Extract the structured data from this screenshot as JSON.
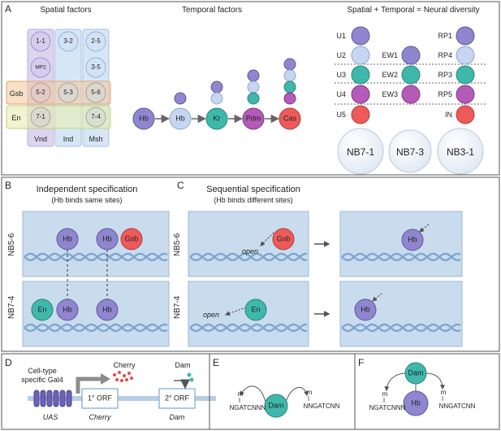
{
  "colors": {
    "hb": "#8f86cf",
    "hb_light": "#c6d6f0",
    "kr": "#3fb8ac",
    "pdm": "#b55ab8",
    "cas": "#ee5a5a",
    "gsb": "#ee5a5a",
    "en": "#3fb8ac",
    "panel_bg": "#c9dcee",
    "dna": "#7ea6d0"
  },
  "panel_a": {
    "letter": "A",
    "spatial_title": "Spatial factors",
    "temporal_title": "Temporal factors",
    "diversity_title": "Spatial + Temporal = Neural diversity",
    "rows": {
      "gsb": "Gsb",
      "en": "En"
    },
    "cols": {
      "vnd": "Vnd",
      "ind": "Ind",
      "msh": "Msh"
    },
    "grid_cells": [
      "1-1",
      "3-2",
      "2-5",
      "MP2",
      "3-5",
      "5-2",
      "5-3",
      "5-6",
      "7-1",
      "7-4"
    ],
    "cascade": [
      "Hb",
      "Hb",
      "Kr",
      "Pdm",
      "Cas"
    ],
    "nb71_labels": [
      "U1",
      "U2",
      "U3",
      "U4",
      "U5"
    ],
    "nb73_labels": [
      "EW1",
      "EW2",
      "EW3"
    ],
    "nb31_labels": [
      "RP1",
      "RP4",
      "RP3",
      "RP5",
      "IN"
    ],
    "nb_names": [
      "NB7-1",
      "NB7-3",
      "NB3-1"
    ]
  },
  "panel_b": {
    "letter": "B",
    "title": "Independent specification",
    "subtitle": "(Hb binds same sites)",
    "row1_label": "NB5-6",
    "row2_label": "NB7-4",
    "row1_factors": [
      "Hb",
      "Hb",
      "Gsb"
    ],
    "row2_factors": [
      "En",
      "Hb",
      "Hb"
    ]
  },
  "panel_c": {
    "letter": "C",
    "title": "Sequential specification",
    "subtitle": "(Hb binds different sites)",
    "row1_label": "NB5-6",
    "row2_label": "NB7-4",
    "open_label": "open",
    "gsb": "Gsb",
    "en": "En",
    "hb": "Hb"
  },
  "panel_d": {
    "letter": "D",
    "gal4_line1": "Cell-type",
    "gal4_line2": "specific Gal4",
    "uas": "UAS",
    "orf1": "1° ORF",
    "orf2": "2° ORF",
    "cherry_top": "Cherry",
    "cherry_bottom": "Cherry",
    "dam_top": "Dam",
    "dam_bottom": "Dam"
  },
  "panel_e": {
    "letter": "E",
    "dam": "Dam",
    "site_left": "NGATCNNN",
    "site_right": "NNGATCNN",
    "methyl": "m"
  },
  "panel_f": {
    "letter": "F",
    "dam": "Dam",
    "hb": "Hb",
    "site_left": "NGATCNNN",
    "site_right": "NNGATCNN",
    "methyl": "m"
  }
}
